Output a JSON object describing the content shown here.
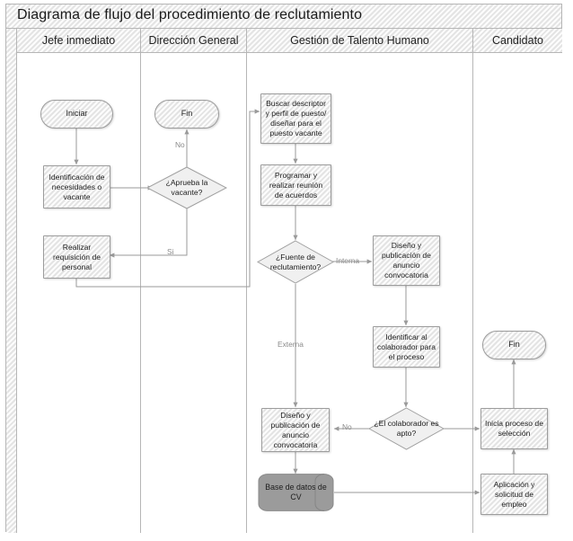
{
  "title": "Diagrama de flujo del procedimiento de reclutamiento",
  "colors": {
    "node_fill": "#efefef",
    "node_stroke": "#9c9c9c",
    "lane_header_fill": "#efefef",
    "frame_border": "#b6b6b6",
    "connector": "#9a9a9a",
    "edge_label": "#8a8a8a",
    "database_fill": "#9b9b9b",
    "text": "#1d1d1d"
  },
  "lanes": [
    {
      "id": "jefe-inmediato",
      "label": "Jefe inmediato"
    },
    {
      "id": "direccion-general",
      "label": "Dirección General"
    },
    {
      "id": "gestion-talento",
      "label": "Gestión de Talento Humano"
    },
    {
      "id": "candidato",
      "label": "Candidato"
    }
  ],
  "nodes": [
    {
      "id": "iniciar",
      "type": "terminator",
      "lane": "jefe-inmediato",
      "label": "Iniciar"
    },
    {
      "id": "identificacion",
      "type": "process",
      "lane": "jefe-inmediato",
      "label": "Identificación de necesidades o vacante"
    },
    {
      "id": "realizar-requisicion",
      "type": "process",
      "lane": "jefe-inmediato",
      "label": "Realizar requisición de personal"
    },
    {
      "id": "fin-direccion",
      "type": "terminator",
      "lane": "direccion-general",
      "label": "Fin"
    },
    {
      "id": "aprueba-vacante",
      "type": "decision",
      "lane": "direccion-general",
      "label": "¿Aprueba la vacante?"
    },
    {
      "id": "buscar-descriptor",
      "type": "process",
      "lane": "gestion-talento",
      "label": "Buscar descriptor y perfil de puesto/ diseñar para el puesto vacante"
    },
    {
      "id": "programar-reunion",
      "type": "process",
      "lane": "gestion-talento",
      "label": "Programar y realizar reunión de acuerdos"
    },
    {
      "id": "fuente-reclutamiento",
      "type": "decision",
      "lane": "gestion-talento",
      "label": "¿Fuente de reclutamiento?"
    },
    {
      "id": "diseno-interna",
      "type": "process",
      "lane": "gestion-talento",
      "label": "Diseño y publicación de anuncio convocatoria"
    },
    {
      "id": "identificar-colaborador",
      "type": "process",
      "lane": "gestion-talento",
      "label": "Identificar al colaborador para el proceso"
    },
    {
      "id": "colaborador-apto",
      "type": "decision",
      "lane": "gestion-talento",
      "label": "¿El colaborador es apto?"
    },
    {
      "id": "diseno-externa",
      "type": "process",
      "lane": "gestion-talento",
      "label": "Diseño y publicación de anuncio convocatoria"
    },
    {
      "id": "base-datos-cv",
      "type": "database",
      "lane": "gestion-talento",
      "label": "Base de datos de CV"
    },
    {
      "id": "fin-candidato",
      "type": "terminator",
      "lane": "candidato",
      "label": "Fin"
    },
    {
      "id": "inicia-seleccion",
      "type": "process",
      "lane": "candidato",
      "label": "Inicia proceso de selección"
    },
    {
      "id": "aplicacion-solicitud",
      "type": "process",
      "lane": "candidato",
      "label": "Aplicación y solicitud de empleo"
    }
  ],
  "edge_labels": [
    {
      "id": "no-aprueba",
      "text": "No",
      "from": "aprueba-vacante",
      "to": "fin-direccion"
    },
    {
      "id": "si-aprueba",
      "text": "Si",
      "from": "aprueba-vacante",
      "to": "realizar-requisicion"
    },
    {
      "id": "interna",
      "text": "Interna",
      "from": "fuente-reclutamiento",
      "to": "diseno-interna"
    },
    {
      "id": "externa",
      "text": "Externa",
      "from": "fuente-reclutamiento",
      "to": "diseno-externa"
    },
    {
      "id": "no-apto",
      "text": "No",
      "from": "colaborador-apto",
      "to": "diseno-externa"
    }
  ]
}
